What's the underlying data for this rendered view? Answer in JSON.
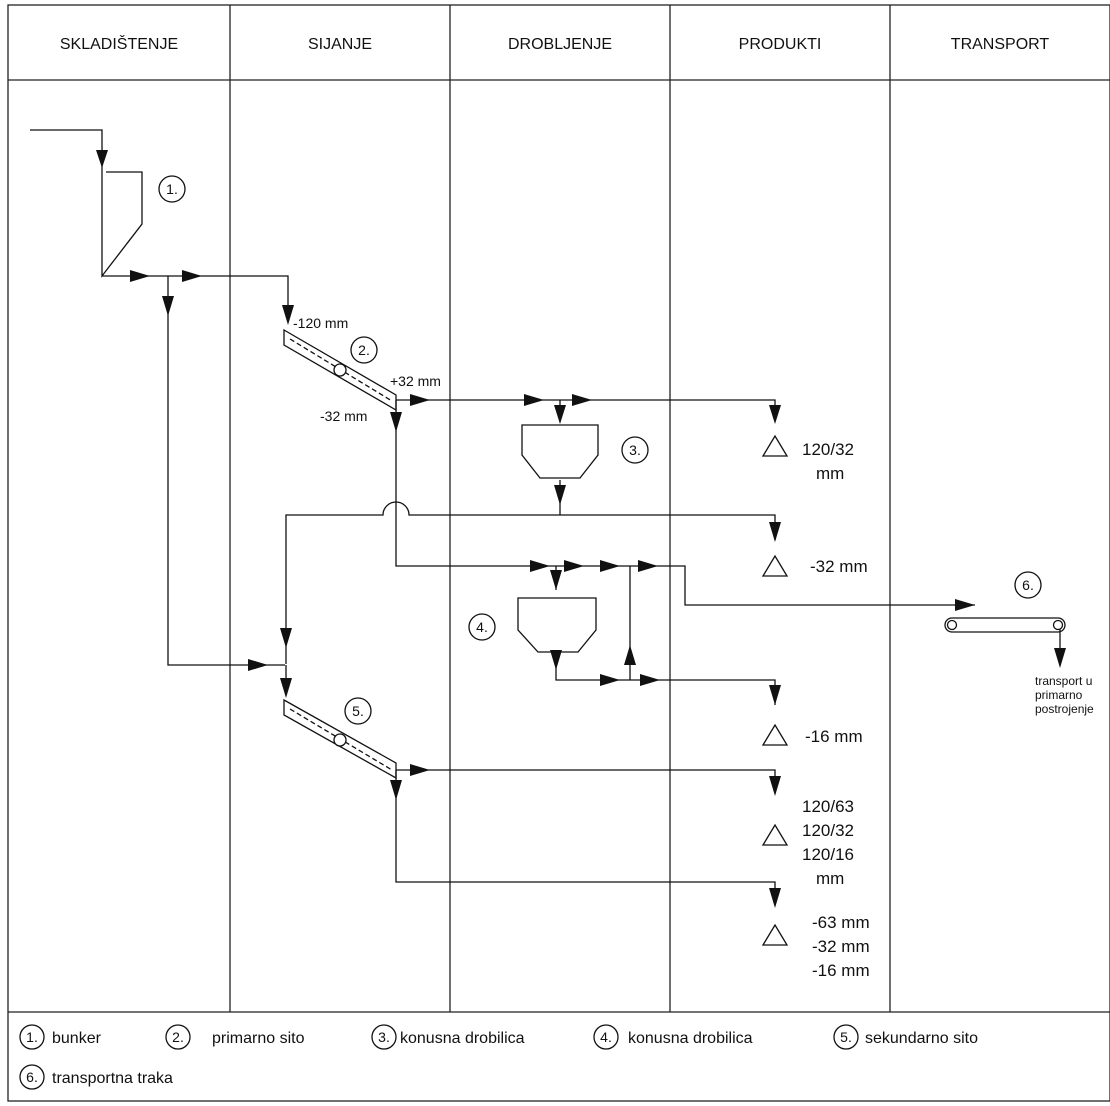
{
  "columns": [
    "SKLADIŠTENJE",
    "SIJANJE",
    "DROBLJENJE",
    "PRODUKTI",
    "TRANSPORT"
  ],
  "screen_labels": {
    "primary_oversize_feed": "-120 mm",
    "primary_oversize": "+32 mm",
    "primary_undersize": "-32 mm"
  },
  "node_numbers": [
    "1.",
    "2.",
    "3.",
    "4.",
    "5.",
    "6."
  ],
  "products": {
    "p1": [
      "120/32",
      "mm"
    ],
    "p2": [
      "-32 mm"
    ],
    "p3": [
      "-16 mm"
    ],
    "p4": [
      "120/63",
      "120/32",
      "120/16",
      "mm"
    ],
    "p5": [
      "-63 mm",
      "-32 mm",
      "-16 mm"
    ]
  },
  "transport_label": [
    "transport u",
    "primarno",
    "postrojenje"
  ],
  "legend": [
    {
      "num": "1.",
      "text": "bunker"
    },
    {
      "num": "2.",
      "text": "primarno sito"
    },
    {
      "num": "3.",
      "text": "konusna drobilica"
    },
    {
      "num": "4.",
      "text": "konusna drobilica"
    },
    {
      "num": "5.",
      "text": "sekundarno sito"
    },
    {
      "num": "6.",
      "text": "transportna traka"
    }
  ],
  "colors": {
    "line": "#111111",
    "background": "#ffffff"
  }
}
